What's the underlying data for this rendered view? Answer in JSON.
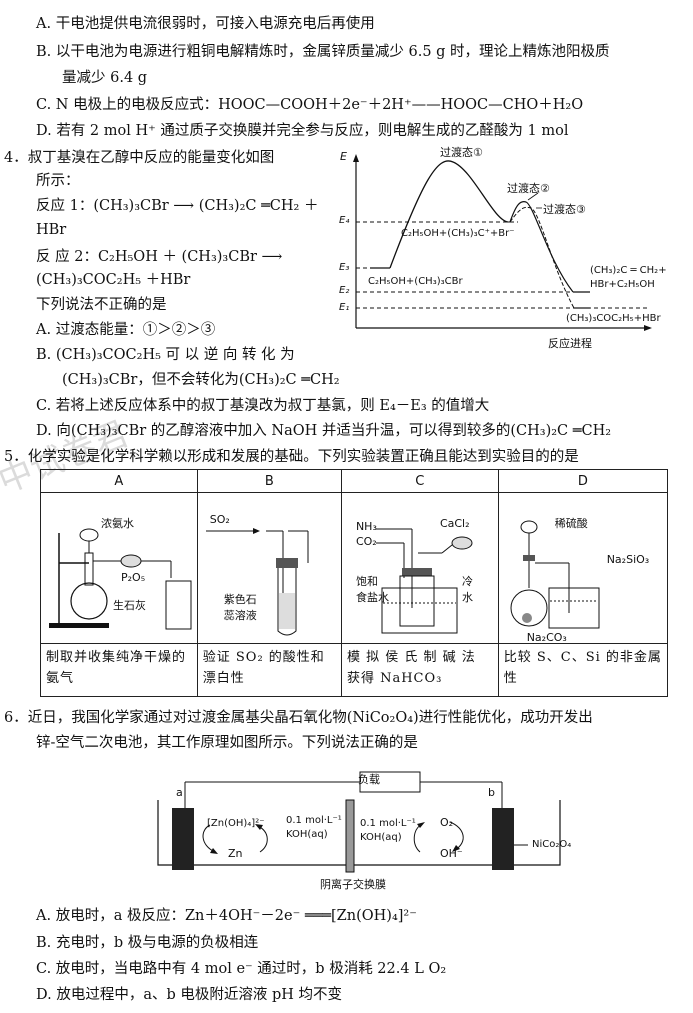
{
  "q3_tail": {
    "optA": "A. 干电池提供电流很弱时，可接入电源充电后再使用",
    "optB_1": "B. 以干电池为电源进行粗铜电解精炼时，金属锌质量减少 6.5 g 时，理论上精炼池阳极质",
    "optB_2": "量减少 6.4 g",
    "optC": "C. N 电极上的电极反应式：HOOC—COOH＋2e⁻＋2H⁺——HOOC—CHO＋H₂O",
    "optD": "D. 若有 2 mol H⁺ 通过质子交换膜并完全参与反应，则电解生成的乙醛酸为 1 mol"
  },
  "q4": {
    "stem_1": "4．叔丁基溴在乙醇中反应的能量变化如图",
    "stem_2": "所示：",
    "r1_1": "反应 1：(CH₃)₃CBr ⟶ (CH₃)₂C ═CH₂ ＋",
    "r1_2": "HBr",
    "r2_1": "反 应  2：C₂H₅OH ＋ (CH₃)₃CBr ⟶",
    "r2_2": "(CH₃)₃COC₂H₅ ＋HBr",
    "ask": "下列说法不正确的是",
    "optA": "A. 过渡态能量：①＞②＞③",
    "optB_1": "B. (CH₃)₃COC₂H₅ 可 以 逆 向 转 化 为",
    "optB_2": "(CH₃)₃CBr，但不会转化为(CH₃)₂C ═CH₂",
    "optC": "C. 若将上述反应体系中的叔丁基溴改为叔丁基氯，则 E₄－E₃ 的值增大",
    "optD": "D. 向(CH₃)₃CBr 的乙醇溶液中加入 NaOH 并适当升温，可以得到较多的(CH₃)₂C ═CH₂",
    "diagram": {
      "y_axis": "E",
      "x_axis": "反应进程",
      "ts1": "过渡态①",
      "ts2": "过渡态②",
      "ts3": "过渡态③",
      "E4": "E₄",
      "E3": "E₃",
      "E2": "E₂",
      "E1": "E₁",
      "reactants": "C₂H₅OH+(CH₃)₃CBr",
      "intermediate": "C₂H₅OH+(CH₃)₃C⁺+Br⁻",
      "product1_a": "(CH₃)₂C ═ CH₂+",
      "product1_b": "HBr+C₂H₅OH",
      "product2": "(CH₃)₃COC₂H₅+HBr"
    }
  },
  "q5": {
    "stem": "5．化学实验是化学科学赖以形成和发展的基础。下列实验装置正确且能达到实验目的的是",
    "headers": [
      "A",
      "B",
      "C",
      "D"
    ],
    "A": {
      "label1": "浓氨水",
      "label2": "P₂O₅",
      "label3": "生石灰",
      "caption": "制取并收集纯净干燥的氨气"
    },
    "B": {
      "label1": "SO₂",
      "label2": "紫色石",
      "label3": "蕊溶液",
      "caption": "验证 SO₂ 的酸性和漂白性"
    },
    "C": {
      "label1": "NH₃",
      "label2": "CO₂",
      "label3": "CaCl₂",
      "label4": "饱和",
      "label5": "食盐水",
      "label6": "冷",
      "label7": "水",
      "caption": "模 拟 侯 氏 制 碱 法 获得 NaHCO₃"
    },
    "D": {
      "label1": "稀硫酸",
      "label2": "Na₂SiO₃",
      "label3": "Na₂CO₃",
      "caption": "比较 S、C、Si 的非金属性"
    }
  },
  "q6": {
    "stem_1": "6．近日，我国化学家通过对过渡金属基尖晶石氧化物(NiCo₂O₄)进行性能优化，成功开发出",
    "stem_2": "锌-空气二次电池，其工作原理如图所示。下列说法正确的是",
    "diagram": {
      "load": "负载",
      "a": "a",
      "b": "b",
      "zn_complex": "[Zn(OH)₄]²⁻",
      "zn": "Zn",
      "conc_left_1": "0.1 mol·L⁻¹",
      "conc_left_2": "KOH(aq)",
      "conc_right_1": "0.1 mol·L⁻¹",
      "conc_right_2": "KOH(aq)",
      "o2": "O₂",
      "oh": "OH⁻",
      "catalyst": "NiCo₂O₄",
      "membrane": "阴离子交换膜"
    },
    "optA": "A. 放电时，a 极反应：Zn＋4OH⁻－2e⁻ ═══[Zn(OH)₄]²⁻",
    "optB": "B. 充电时，b 极与电源的负极相连",
    "optC": "C. 放电时，当电路中有 4 mol e⁻ 通过时，b 极消耗 22.4 L O₂",
    "optD": "D. 放电过程中，a、b 电极附近溶液 pH 均不变"
  },
  "watermark": "中试卷君"
}
